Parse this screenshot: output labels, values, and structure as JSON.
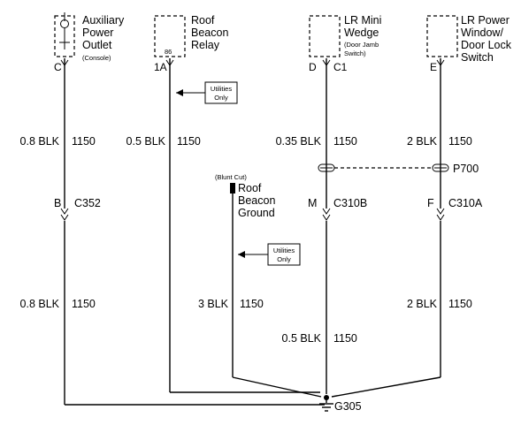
{
  "components": {
    "aux_outlet": {
      "name_lines": [
        "Auxiliary",
        "Power",
        "Outlet"
      ],
      "sub": "(Console)",
      "pin": "C"
    },
    "roof_relay": {
      "name_lines": [
        "Roof",
        "Beacon",
        "Relay"
      ],
      "terminal": "86",
      "pin": "1A"
    },
    "lr_wedge": {
      "name_lines": [
        "LR Mini",
        "Wedge"
      ],
      "sub_lines": [
        "(Door Jamb",
        "Switch)"
      ],
      "pin": "D",
      "connector": "C1"
    },
    "lr_power": {
      "name_lines": [
        "LR Power",
        "Window/",
        "Door Lock",
        "Switch"
      ],
      "pin": "E"
    }
  },
  "callouts": [
    {
      "text_lines": [
        "Utilities",
        "Only"
      ]
    },
    {
      "text_lines": [
        "Utilities",
        "Only"
      ]
    }
  ],
  "wires": {
    "w1_top": {
      "gauge": "0.8 BLK",
      "circuit": "1150"
    },
    "w1_bottom": {
      "gauge": "0.8 BLK",
      "circuit": "1150"
    },
    "w2": {
      "gauge": "0.5 BLK",
      "circuit": "1150"
    },
    "w3_top": {
      "gauge": "0.35 BLK",
      "circuit": "1150"
    },
    "w3_bottom": {
      "gauge": "0.5 BLK",
      "circuit": "1150"
    },
    "w4_top": {
      "gauge": "2 BLK",
      "circuit": "1150"
    },
    "w4_bottom": {
      "gauge": "2 BLK",
      "circuit": "1150"
    },
    "ground_wire": {
      "gauge": "3 BLK",
      "circuit": "1150"
    }
  },
  "connectors": {
    "c352": {
      "pin": "B",
      "name": "C352"
    },
    "c310b": {
      "pin": "M",
      "name": "C310B"
    },
    "c310a": {
      "pin": "F",
      "name": "C310A"
    },
    "p700": {
      "name": "P700"
    }
  },
  "roof_ground": {
    "note": "(Blunt Cut)",
    "name_lines": [
      "Roof",
      "Beacon",
      "Ground"
    ]
  },
  "ground": {
    "name": "G305"
  }
}
